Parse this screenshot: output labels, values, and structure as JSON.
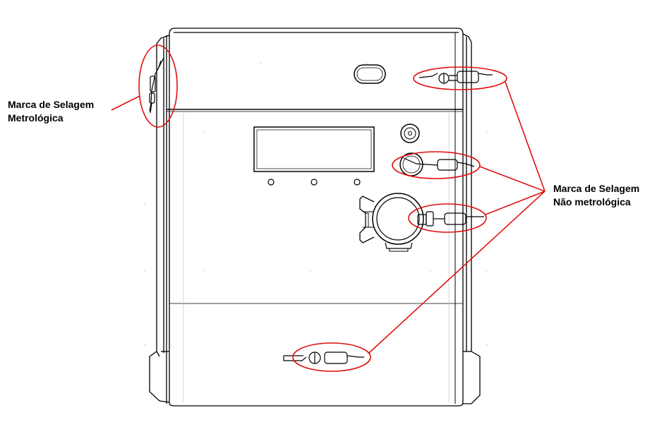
{
  "labels": {
    "metrological_seal": {
      "line1": "Marca de Selagem",
      "line2": "Metrológica"
    },
    "non_metrological_seal": {
      "line1": "Marca de Selagem",
      "line2": "Não metrológica"
    }
  },
  "colors": {
    "outline": "#000000",
    "annotation": "#e01010",
    "background": "#ffffff"
  }
}
